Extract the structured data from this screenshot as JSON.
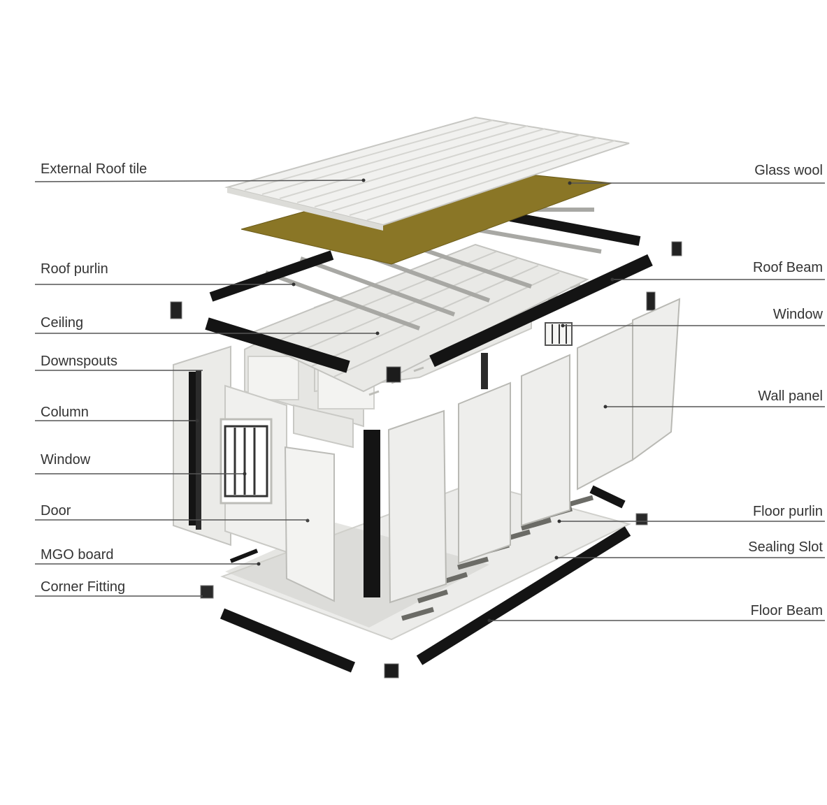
{
  "colors": {
    "steel": "#141414",
    "panel": "#eeeeec",
    "panel_shade": "#d8d8d4",
    "panel_edge": "#b9b9b4",
    "roof": "#f1f1ef",
    "glass_wool": "#8a7626",
    "leader": "#555555",
    "label_text": "#333333"
  },
  "labels_left": [
    {
      "key": "external_roof_tile",
      "text": "External Roof tile"
    },
    {
      "key": "roof_purlin",
      "text": "Roof purlin"
    },
    {
      "key": "ceiling",
      "text": "Ceiling"
    },
    {
      "key": "downspouts",
      "text": "Downspouts"
    },
    {
      "key": "column",
      "text": "Column"
    },
    {
      "key": "window_left",
      "text": "Window"
    },
    {
      "key": "door",
      "text": "Door"
    },
    {
      "key": "mgo_board",
      "text": "MGO board"
    },
    {
      "key": "corner_fitting",
      "text": "Corner Fitting"
    }
  ],
  "labels_right": [
    {
      "key": "glass_wool",
      "text": "Glass wool"
    },
    {
      "key": "roof_beam",
      "text": "Roof Beam"
    },
    {
      "key": "window_right",
      "text": "Window"
    },
    {
      "key": "wall_panel",
      "text": "Wall panel"
    },
    {
      "key": "floor_purlin",
      "text": "Floor purlin"
    },
    {
      "key": "sealing_slot",
      "text": "Sealing Slot"
    },
    {
      "key": "floor_beam",
      "text": "Floor Beam"
    }
  ]
}
